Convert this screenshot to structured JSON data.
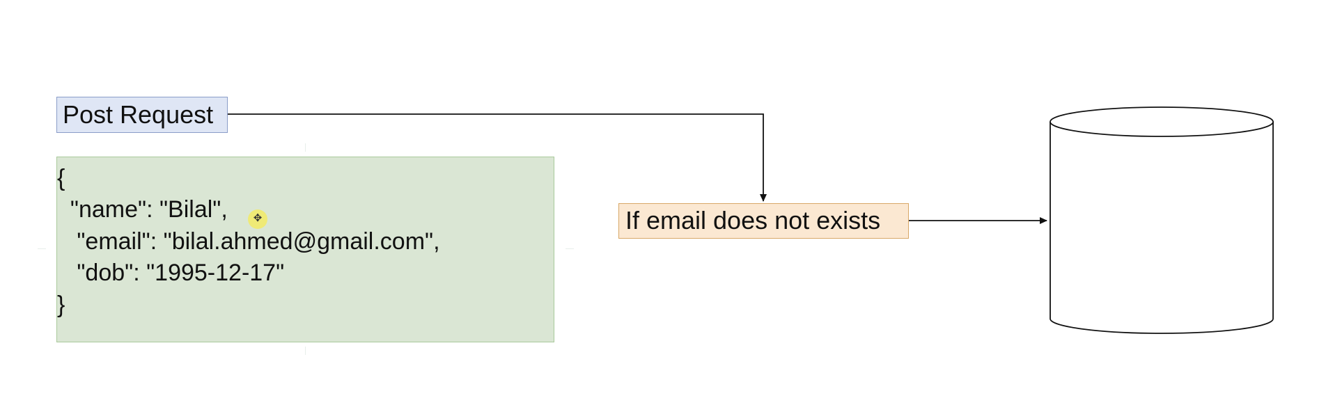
{
  "diagram": {
    "post_request_label": "Post Request",
    "json_lines": [
      "{",
      "  \"name\": \"Bilal\",",
      "   \"email\": \"bilal.ahmed@gmail.com\",",
      "   \"dob\": \"1995-12-17\"",
      "}"
    ],
    "condition_label": "If email does not exists",
    "database_shape": "cylinder",
    "cursor_icon": "move-cursor-icon"
  },
  "colors": {
    "request_fill": "#dfe6f5",
    "request_border": "#8a9cc8",
    "json_fill": "#dae6d4",
    "json_border": "#a9c99b",
    "condition_fill": "#fbe8d2",
    "condition_border": "#d8a867",
    "connector": "#111111"
  }
}
